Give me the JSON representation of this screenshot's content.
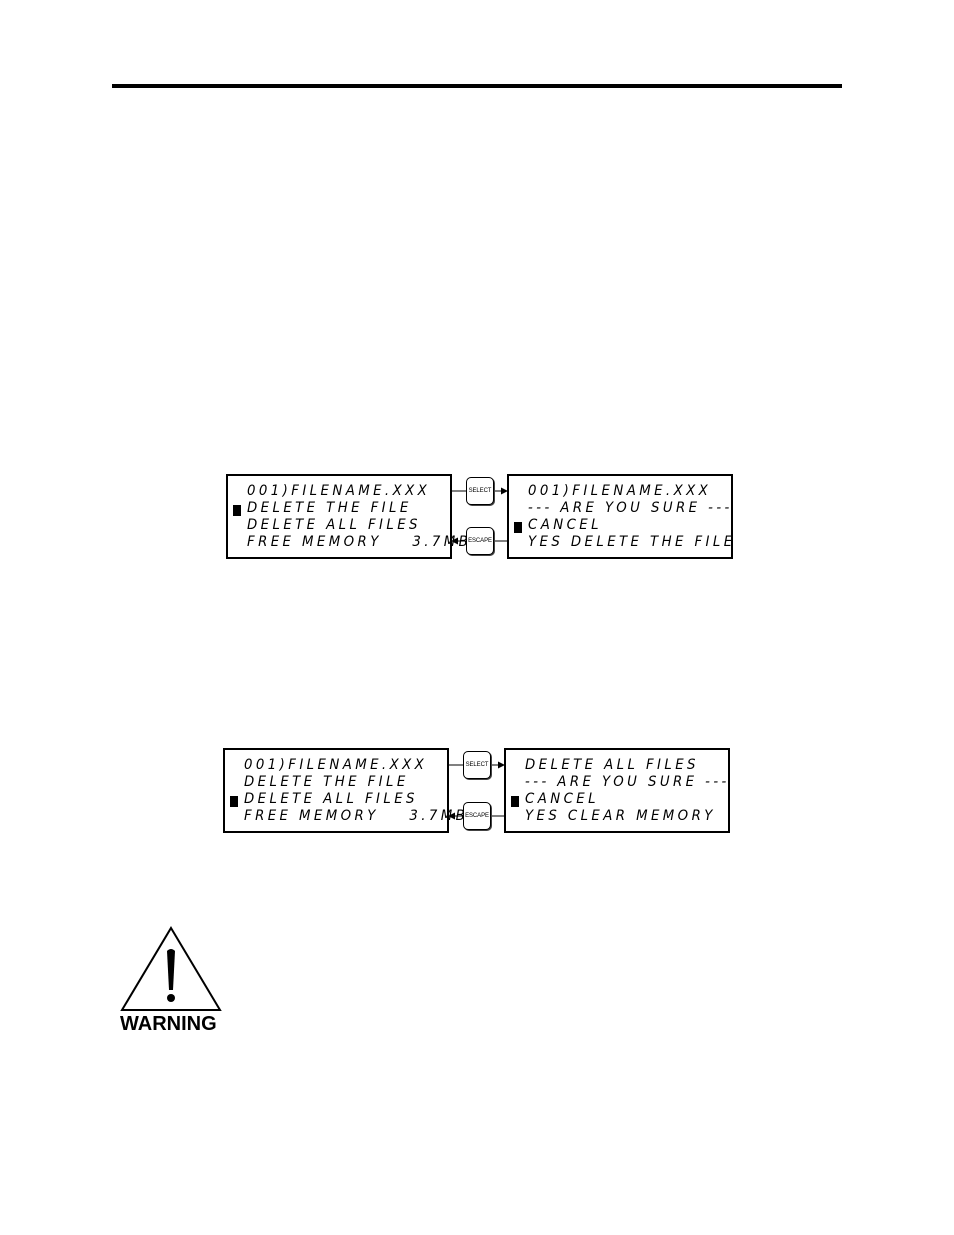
{
  "figure1": {
    "left_screen": {
      "line1": "001)FILENAME.XXX",
      "line2": "DELETE THE FILE",
      "line3": "DELETE ALL FILES",
      "line4": "FREE MEMORY    3.7MB"
    },
    "right_screen": {
      "line1": "001)FILENAME.XXX",
      "line2": "--- ARE YOU SURE ---",
      "line3": "CANCEL",
      "line4": "YES DELETE THE FILE"
    },
    "select_key": "SELECT",
    "escape_key": "ESCAPE"
  },
  "figure2": {
    "left_screen": {
      "line1": "001)FILENAME.XXX",
      "line2": "DELETE THE FILE",
      "line3": "DELETE ALL FILES",
      "line4": "FREE MEMORY    3.7MB"
    },
    "right_screen": {
      "line1": "DELETE ALL FILES",
      "line2": "--- ARE YOU SURE ---",
      "line3": "CANCEL",
      "line4": "YES CLEAR MEMORY"
    },
    "select_key": "SELECT",
    "escape_key": "ESCAPE"
  },
  "warning": {
    "label": "WARNING",
    "icon": "warning-triangle-icon"
  }
}
